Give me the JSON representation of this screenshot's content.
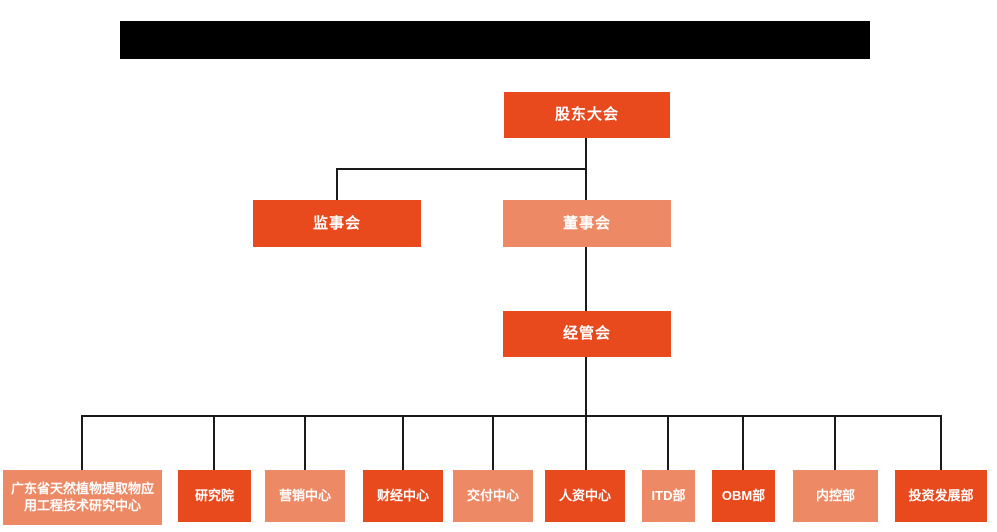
{
  "chart": {
    "colors": {
      "primary": "#E8491D",
      "secondary": "#EE8965",
      "line": "#1A1A1A",
      "redaction": "#000000"
    },
    "nodes": {
      "shareholders": {
        "label": "股东大会"
      },
      "supervisory": {
        "label": "监事会"
      },
      "board": {
        "label": "董事会"
      },
      "management": {
        "label": "经管会"
      }
    },
    "departments": [
      {
        "label": "广东省天然植物提取物应用工程技术研究中心"
      },
      {
        "label": "研究院"
      },
      {
        "label": "营销中心"
      },
      {
        "label": "财经中心"
      },
      {
        "label": "交付中心"
      },
      {
        "label": "人资中心"
      },
      {
        "label": "ITD部"
      },
      {
        "label": "OBM部"
      },
      {
        "label": "内控部"
      },
      {
        "label": "投资发展部"
      }
    ]
  }
}
